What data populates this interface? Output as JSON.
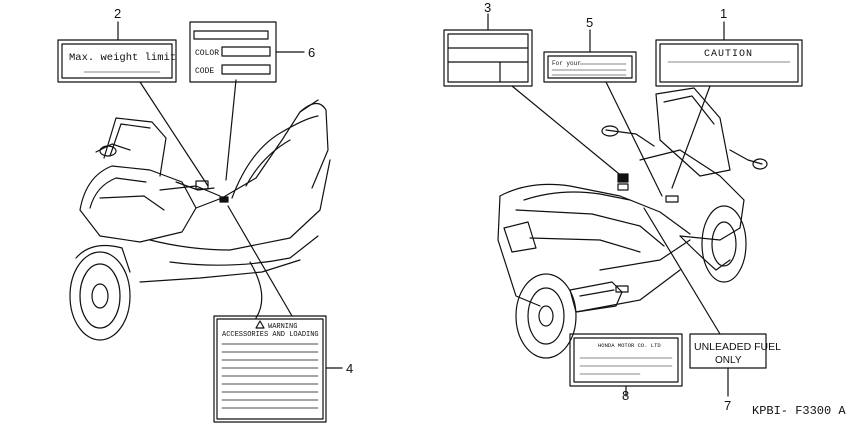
{
  "callouts": [
    {
      "id": "1",
      "text": "1"
    },
    {
      "id": "2",
      "text": "2"
    },
    {
      "id": "3",
      "text": "3"
    },
    {
      "id": "4",
      "text": "4"
    },
    {
      "id": "5",
      "text": "5"
    },
    {
      "id": "6",
      "text": "6"
    },
    {
      "id": "7",
      "text": "7"
    },
    {
      "id": "8",
      "text": "8"
    }
  ],
  "labels": {
    "max_weight": "Max. weight limit",
    "color": "COLOR",
    "code": "CODE",
    "caution": "CAUTION",
    "for_your": "For your",
    "warning": "WARNING",
    "accessories": "ACCESSORIES AND LOADING",
    "honda_motor": "HONDA MOTOR CO. LTD",
    "unleaded_line1": "UNLEADED FUEL",
    "unleaded_line2": "ONLY"
  },
  "diagram_code": "KPBI- F3300 A"
}
